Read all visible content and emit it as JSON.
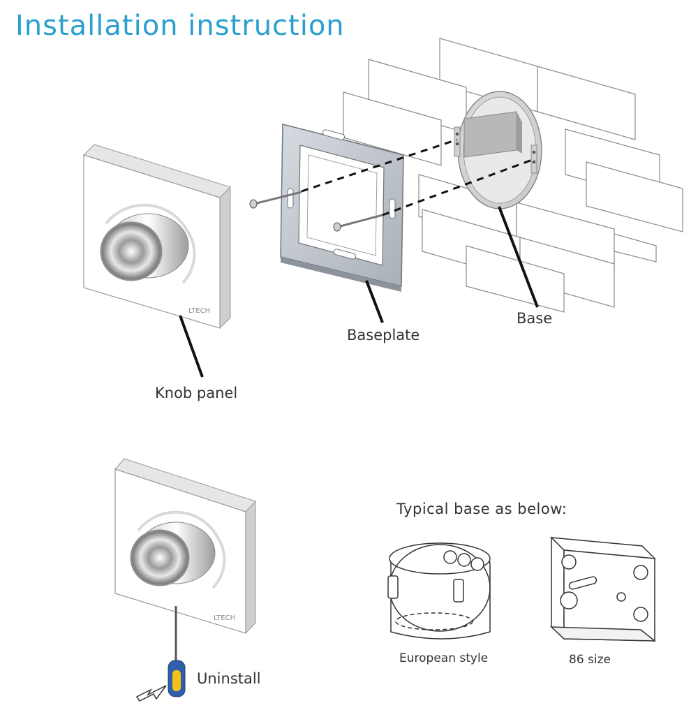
{
  "title": "Installation instruction",
  "labels": {
    "base": "Base",
    "baseplate": "Baseplate",
    "knob_panel": "Knob panel",
    "typical_base": "Typical base as below:",
    "european_style": "European style",
    "size_86": "86 size",
    "uninstall": "Uninstall"
  },
  "panel_brand": "LTECH",
  "colors": {
    "title": "#2a9fd0",
    "text": "#333333",
    "line": "#111111",
    "screwdriver_handle": "#2f5fa8",
    "screwdriver_grip": "#f2c21b"
  },
  "icons": [
    "screwdriver-icon",
    "arrow-icon",
    "knob-icon"
  ]
}
